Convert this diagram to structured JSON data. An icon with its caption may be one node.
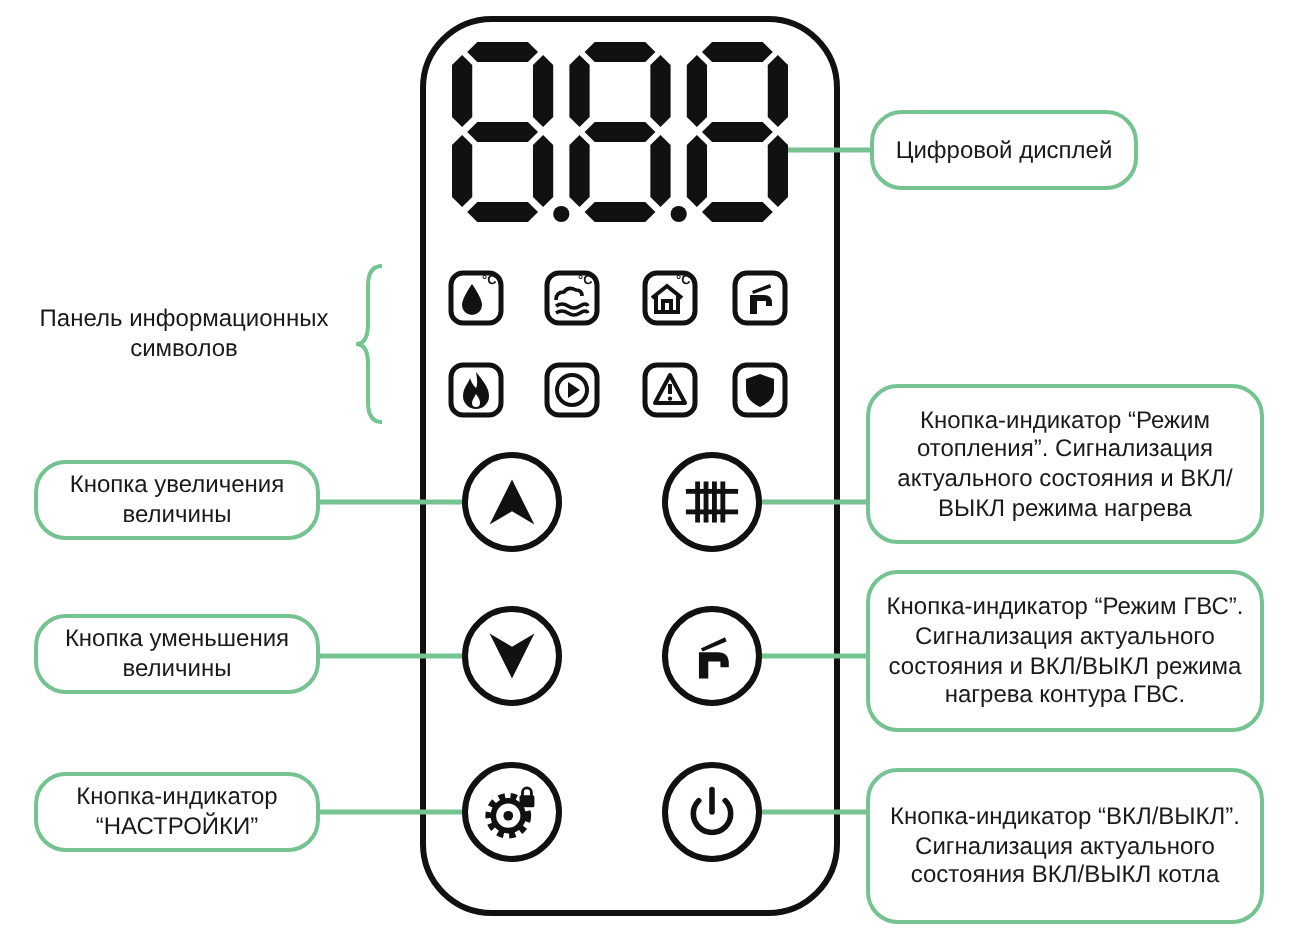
{
  "diagram": {
    "nodes": [
      {
        "text": [],
        "shape": "picture"
      },
      {
        "text": [
          "Цифровой дисплей"
        ]
      },
      {
        "text": [
          "Кнопка увеличения величины"
        ]
      },
      {
        "text": [],
        "shape": "circle"
      },
      {
        "text": [],
        "shape": "circle"
      },
      {
        "text": [
          "Кнопка-индикатор “Режим отопления”. Сигнализация актуального состояния и ВКЛ/ВЫКЛ режима нагрева"
        ]
      },
      {
        "text": [
          "Кнопка уменьшения величины"
        ]
      },
      {
        "text": [],
        "shape": "circle"
      },
      {
        "text": [],
        "shape": "circle"
      },
      {
        "text": [
          "Кнопка-индикатор “Режим ГВС”. Сигнализация актуального состояния и ВКЛ/ВЫКЛ режима нагрева контура ГВС."
        ]
      },
      {
        "text": [
          "Кнопка-индикатор “НАСТРОЙКИ”"
        ]
      },
      {
        "text": [],
        "shape": "circle"
      },
      {
        "text": [],
        "shape": "circle"
      },
      {
        "text": [
          "Кнопка-индикатор “ВКЛ/ВЫКЛ”. Сигнализация актуального состояния ВКЛ/ВЫКЛ котла"
        ]
      }
    ],
    "edges": [
      {
        "from": 1,
        "to": 0,
        "arrow": "none"
      },
      {
        "from": 2,
        "to": 3,
        "arrow": "none"
      },
      {
        "from": 5,
        "to": 4,
        "arrow": "none"
      },
      {
        "from": 6,
        "to": 7,
        "arrow": "none"
      },
      {
        "from": 9,
        "to": 8,
        "arrow": "none"
      },
      {
        "from": 10,
        "to": 11,
        "arrow": "none"
      },
      {
        "from": 13,
        "to": 12,
        "arrow": "none"
      }
    ],
    "labels": [
      "Панель информационных символов",
      "°C",
      "°C",
      "°C"
    ]
  }
}
